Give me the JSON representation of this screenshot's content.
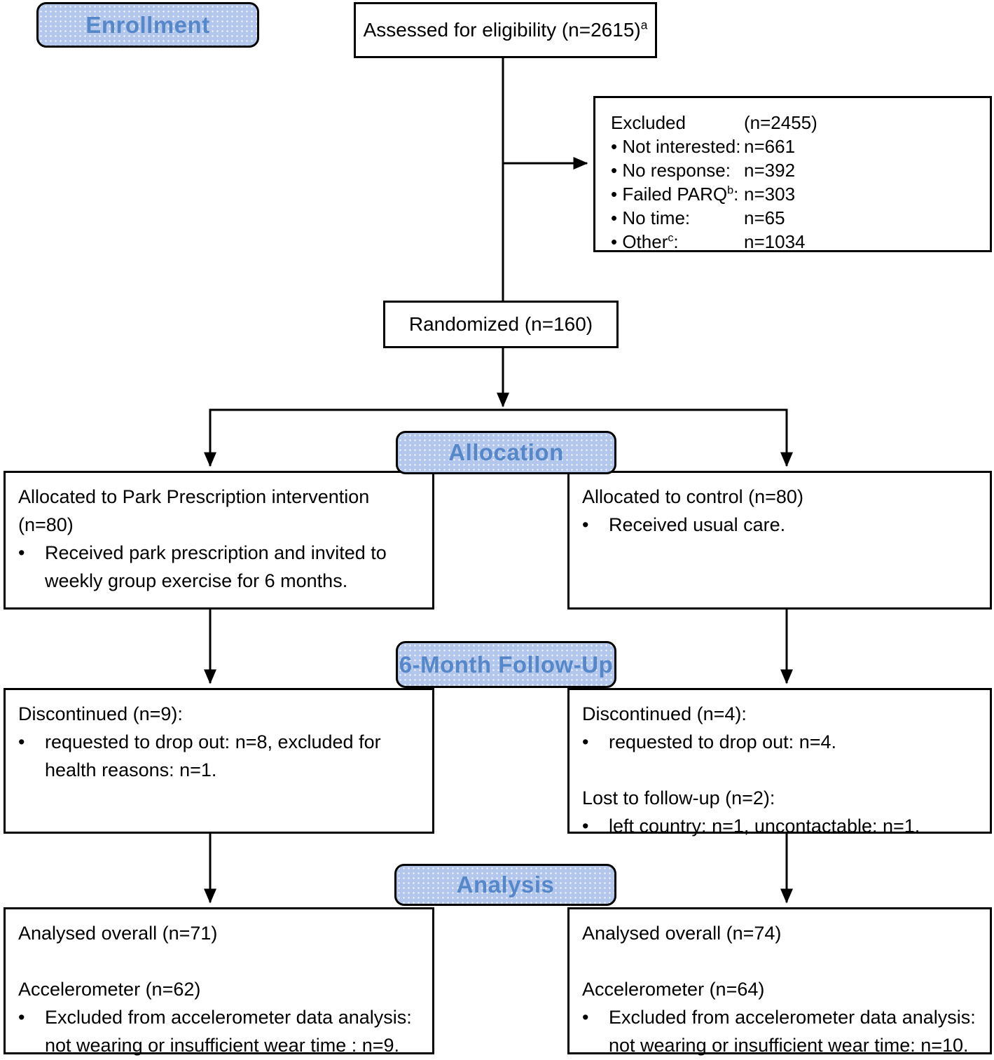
{
  "diagram_title": "CONSORT participant flow diagram",
  "bullet_char": "•",
  "colors": {
    "stage_fill": "#b3c7ec",
    "stage_text": "#5687c8",
    "box_border": "#000000",
    "line_color": "#000000"
  },
  "stage_labels": {
    "enrollment": "Enrollment",
    "allocation": "Allocation",
    "followup": "6-Month Follow-Up",
    "analysis": "Analysis"
  },
  "assessed": {
    "text": "Assessed for eligibility (n=2615)",
    "sup": "a"
  },
  "excluded": {
    "title": "Excluded",
    "title_value": "(n=2455)",
    "items": [
      {
        "pre": "• Not interested:",
        "sup": "",
        "post": "",
        "value": "n=661"
      },
      {
        "pre": "• No response:",
        "sup": "",
        "post": "",
        "value": "n=392"
      },
      {
        "pre": "• Failed PARQ",
        "sup": "b",
        "post": ":",
        "value": "n=303"
      },
      {
        "pre": "• No time:",
        "sup": "",
        "post": "",
        "value": "n=65"
      },
      {
        "pre": "• Other",
        "sup": "c",
        "post": ":",
        "value": "n=1034"
      }
    ]
  },
  "randomized": {
    "text": "Randomized (n=160)"
  },
  "alloc_left": {
    "title": "Allocated to Park Prescription intervention (n=80)",
    "bullets": [
      "Received park prescription and invited to weekly group exercise for 6 months."
    ]
  },
  "alloc_right": {
    "title": "Allocated to control (n=80)",
    "bullets": [
      "Received usual care."
    ]
  },
  "fu_left": {
    "sections": [
      {
        "title": "Discontinued (n=9):",
        "bullets": [
          "requested to drop out: n=8, excluded for health reasons: n=1."
        ]
      }
    ]
  },
  "fu_right": {
    "sections": [
      {
        "title": "Discontinued (n=4):",
        "bullets": [
          "requested to drop out: n=4."
        ]
      },
      {
        "title": "Lost to follow-up (n=2):",
        "bullets": [
          "left country: n=1, uncontactable: n=1."
        ]
      }
    ]
  },
  "an_left": {
    "sections": [
      {
        "title": "Analysed overall (n=71)",
        "bullets": []
      },
      {
        "title": "Accelerometer (n=62)",
        "bullets": [
          "Excluded from accelerometer data analysis: not wearing or insufficient wear time : n=9."
        ]
      }
    ]
  },
  "an_right": {
    "sections": [
      {
        "title": "Analysed overall (n=74)",
        "bullets": []
      },
      {
        "title": "Accelerometer (n=64)",
        "bullets": [
          "Excluded from accelerometer data analysis: not wearing or insufficient wear time: n=10."
        ]
      }
    ]
  }
}
